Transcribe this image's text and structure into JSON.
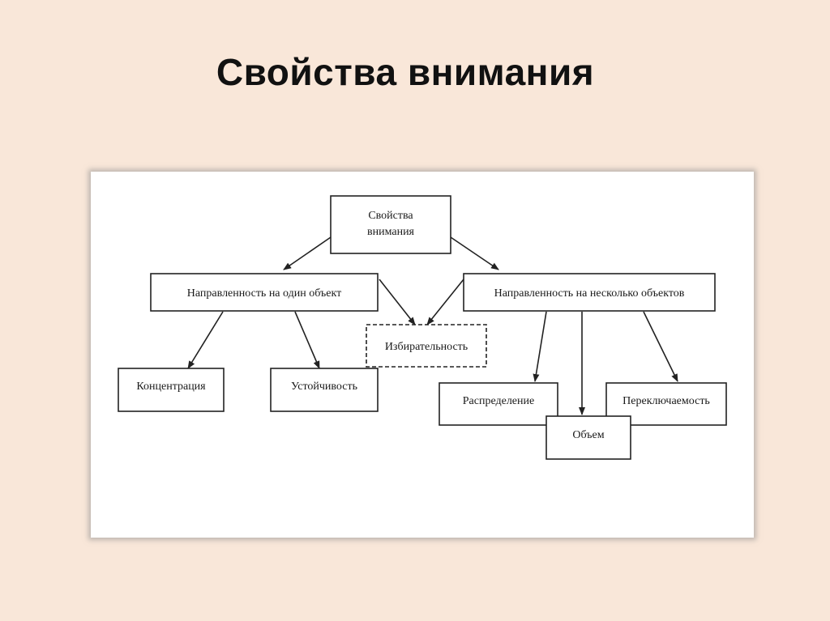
{
  "slide": {
    "title": "Свойства внимания"
  },
  "diagram": {
    "root_line1": "Свойства",
    "root_line2": "внимания",
    "single_object": "Направленность на один объект",
    "multiple_objects": "Направленность на  несколько объектов",
    "selectivity": "Избирательность",
    "concentration": "Концентрация",
    "stability": "Устойчивость",
    "distribution": "Распределение",
    "volume": "Объем",
    "switching": "Переключаемость"
  },
  "colors": {
    "background": "#f9e7d9",
    "panel": "#ffffff",
    "line": "#222222"
  }
}
